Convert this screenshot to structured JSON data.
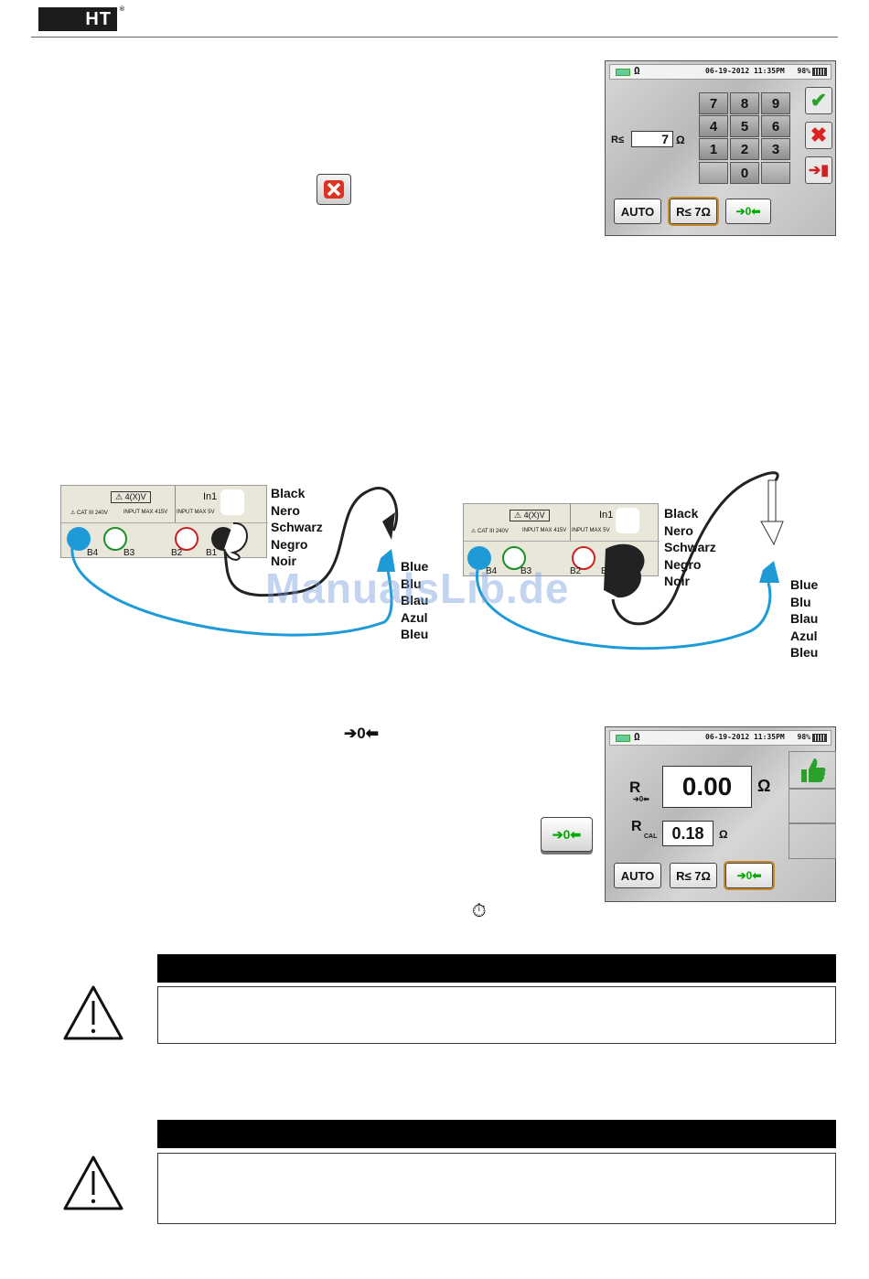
{
  "header": {
    "logo_text": "HT",
    "logo_tm": "®"
  },
  "screen1": {
    "status_date": "06-19-2012 11:35PM",
    "status_pct": "98%",
    "status_omega": "Ω",
    "label_r": "R≤",
    "value": "7",
    "unit": "Ω",
    "keys": [
      "7",
      "8",
      "9",
      "4",
      "5",
      "6",
      "1",
      "2",
      "3",
      "0"
    ],
    "tabs": {
      "auto": "AUTO",
      "r_limit": "R≤ 7Ω",
      "zero": "➔0⬅"
    }
  },
  "cancel_icon": "close-icon",
  "diagram_left": {
    "warning": "⚠ 4(X)V",
    "in1": "In1",
    "cat": "⚠ CAT III 240V",
    "input415": "INPUT MAX 415V",
    "input5": "INPUT MAX 5V",
    "terms": [
      "B4",
      "B3",
      "B2",
      "B1"
    ],
    "black": [
      "Black",
      "Nero",
      "Schwarz",
      "Negro",
      "Noir"
    ],
    "blue": [
      "Blue",
      "Blu",
      "Blau",
      "Azul",
      "Bleu"
    ]
  },
  "diagram_right": {
    "warning": "⚠ 4(X)V",
    "in1": "In1",
    "cat": "⚠ CAT III 240V",
    "input415": "INPUT MAX 415V",
    "input5": "INPUT MAX 5V",
    "terms": [
      "B4",
      "B3",
      "B2",
      "B1"
    ],
    "black": [
      "Black",
      "Nero",
      "Schwarz",
      "Negro",
      "Noir"
    ],
    "blue": [
      "Blue",
      "Blu",
      "Blau",
      "Azul",
      "Bleu"
    ]
  },
  "watermark": "ManualsLib.de",
  "screen2": {
    "status_date": "06-19-2012 11:35PM",
    "status_pct": "98%",
    "status_omega": "Ω",
    "r_label": "R",
    "r_value": "0.00",
    "r_unit": "Ω",
    "rcal_label": "R",
    "rcal_sub": "CAL",
    "rcal_value": "0.18",
    "rcal_unit": "Ω",
    "tabs": {
      "auto": "AUTO",
      "r_limit": "R≤ 7Ω",
      "zero": "➔0⬅"
    }
  },
  "icons": {
    "zero_inline": "➔0⬅",
    "zero_button": "➔0⬅",
    "timer": "⏱"
  },
  "colors": {
    "blue_lead": "#1e9ad6",
    "green_term": "#1a8f2a",
    "red_term": "#cc2222",
    "ok_green": "#2aa12a"
  }
}
